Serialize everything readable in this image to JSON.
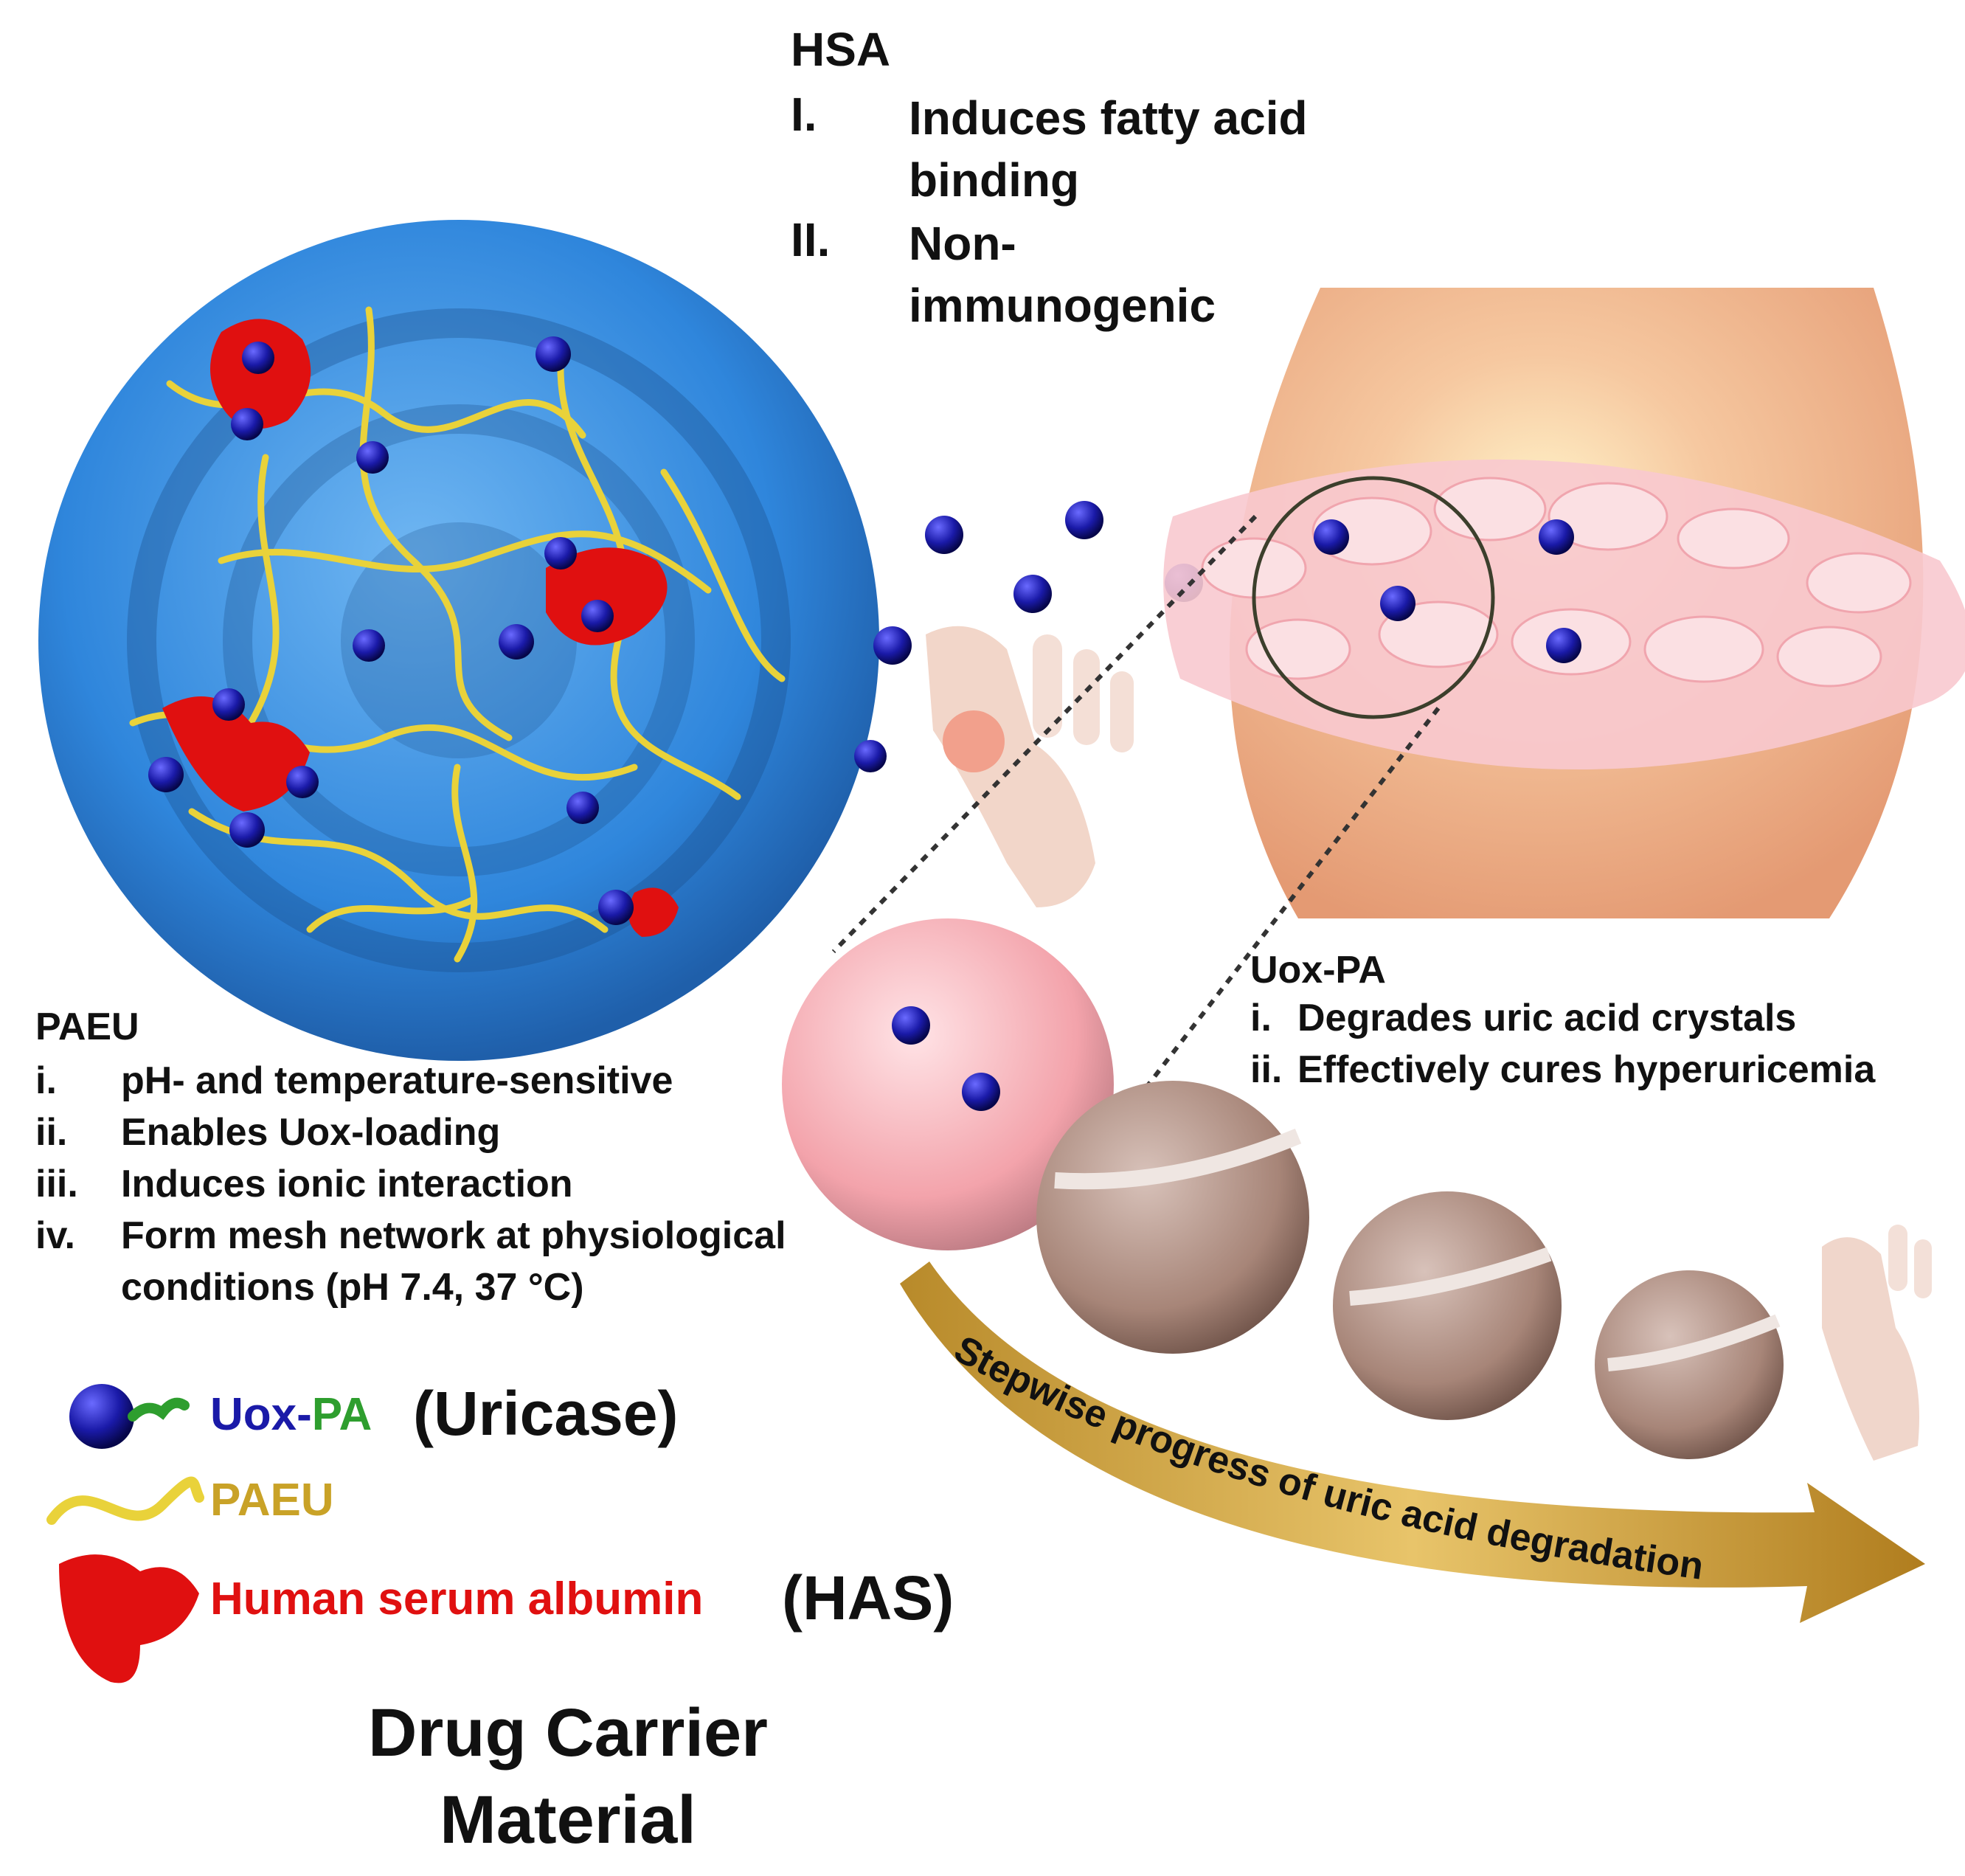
{
  "hsa": {
    "title": "HSA",
    "items": [
      {
        "num": "I.",
        "text": "Induces fatty acid binding"
      },
      {
        "num": "II.",
        "text": "Non-immunogenic"
      }
    ]
  },
  "paeu": {
    "title": "PAEU",
    "items": [
      {
        "num": "i.",
        "text": "pH- and temperature-sensitive"
      },
      {
        "num": "ii.",
        "text": "Enables Uox-loading"
      },
      {
        "num": "iii.",
        "text": "Induces ionic interaction"
      },
      {
        "num": "iv.",
        "text": "Form mesh network at physiological"
      },
      {
        "num": "",
        "text": "conditions (pH 7.4, 37 °C)"
      }
    ]
  },
  "uox": {
    "title": "Uox-PA",
    "items": [
      {
        "num": "i.",
        "text": "Degrades uric acid crystals"
      },
      {
        "num": "ii.",
        "text": "Effectively cures hyperuricemia"
      }
    ]
  },
  "legend": {
    "uox_part1": "Uox-",
    "uox_part2": "PA",
    "uox_paren": "(Uricase)",
    "paeu_label": "PAEU",
    "albumin_label": "Human serum albumin",
    "albumin_paren": "(HAS)"
  },
  "arc_label": "Stepwise progress of uric acid degradation",
  "caption": "Drug Carrier Material",
  "colors": {
    "uox_blue": "#1a1aa8",
    "pa_green": "#2e9e2e",
    "paeu_gold": "#c9a227",
    "albumin_red": "#e01010",
    "sphere_blue": "#3d8fe0"
  }
}
